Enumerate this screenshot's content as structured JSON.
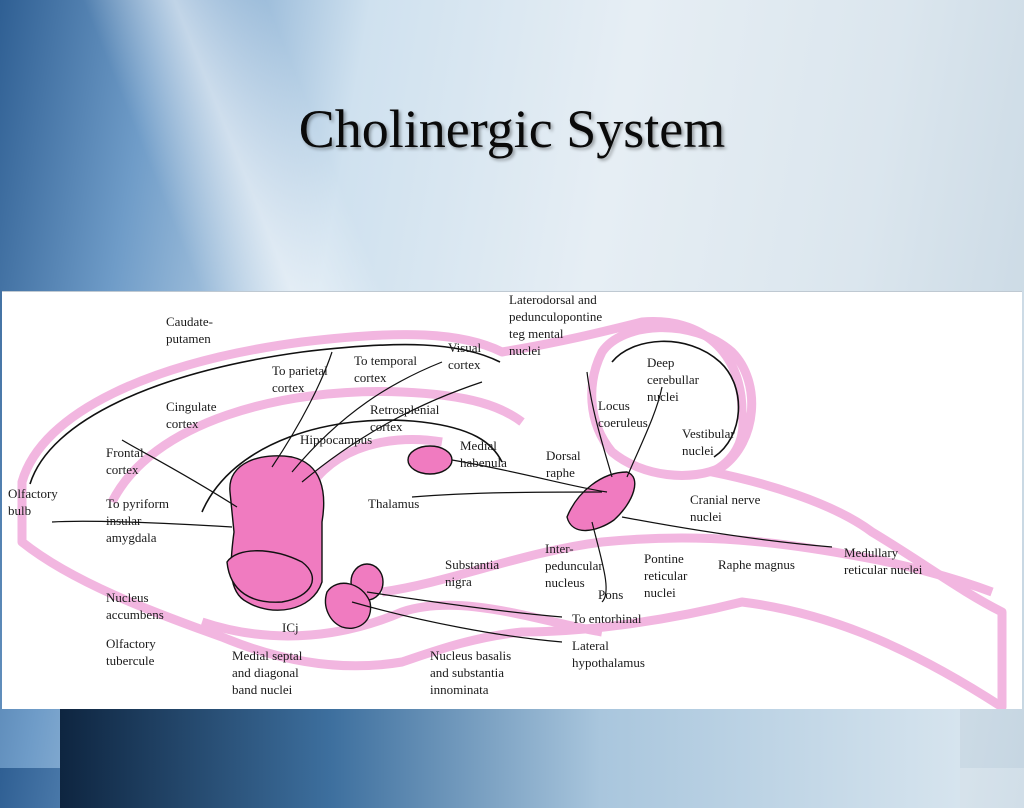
{
  "slide": {
    "title": "Cholinergic System"
  },
  "colors": {
    "brain_outline": "#f2b6e0",
    "nucleus_fill": "#f07bc0"
  },
  "labels": {
    "caudate": [
      "Caudate-",
      "putamen"
    ],
    "to_parietal": [
      "To parietal",
      "cortex"
    ],
    "to_temporal": [
      "To temporal",
      "cortex"
    ],
    "visual": [
      "Visual",
      "cortex"
    ],
    "laterodorsal": [
      "Laterodorsal and",
      "pedunculopontine",
      "teg mental",
      "nuclei"
    ],
    "cingulate": [
      "Cingulate",
      "cortex"
    ],
    "retrosplenial": [
      "Retrosplenial",
      "cortex"
    ],
    "hippocampus": [
      "Hippocampus"
    ],
    "frontal": [
      "Frontal",
      "cortex"
    ],
    "medial_habenula": [
      "Medial",
      "habenula"
    ],
    "deep_cerebellar": [
      "Deep",
      "cerebullar",
      "nuclei"
    ],
    "locus_coeruleus": [
      "Locus",
      "coeruleus"
    ],
    "vestibular": [
      "Vestibular",
      "nuclei"
    ],
    "dorsal_raphe": [
      "Dorsal",
      "raphe"
    ],
    "olfactory_bulb": [
      "Olfactory",
      "bulb"
    ],
    "to_pyriform": [
      "To pyriform",
      "insular",
      "amygdala"
    ],
    "thalamus": [
      "Thalamus"
    ],
    "cranial_nerve": [
      "Cranial nerve",
      "nuclei"
    ],
    "substantia_nigra": [
      "Substantia",
      "nigra"
    ],
    "interpeduncular": [
      "Inter-",
      "peduncular",
      "nucleus"
    ],
    "pontine_reticular": [
      "Pontine",
      "reticular",
      "nuclei"
    ],
    "raphe_magnus": [
      "Raphe magnus"
    ],
    "medullary": [
      "Medullary",
      "reticular nuclei"
    ],
    "pons": [
      "Pons"
    ],
    "nucleus_accumbens": [
      "Nucleus",
      "accumbens"
    ],
    "icj": [
      "ICj"
    ],
    "to_entorhinal": [
      "To entorhinal"
    ],
    "olfactory_tubercle": [
      "Olfactory",
      "tubercule"
    ],
    "medial_septal": [
      "Medial septal",
      "and diagonal",
      "band nuclei"
    ],
    "nucleus_basalis": [
      "Nucleus basalis",
      "and substantia",
      "innominata"
    ],
    "lateral_hypothalamus": [
      "Lateral",
      "hypothalamus"
    ]
  }
}
